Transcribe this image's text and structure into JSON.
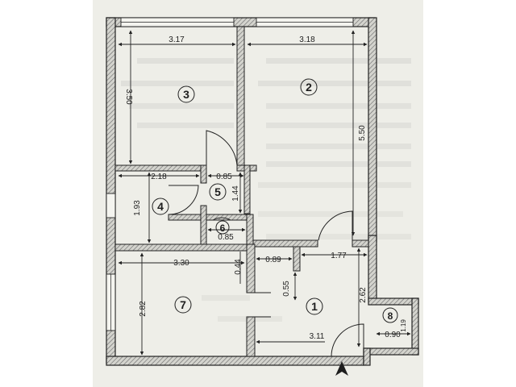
{
  "plan": {
    "rooms": [
      {
        "id": "room-3",
        "number": "3"
      },
      {
        "id": "room-2",
        "number": "2"
      },
      {
        "id": "room-5",
        "number": "5"
      },
      {
        "id": "room-4",
        "number": "4"
      },
      {
        "id": "room-6",
        "number": "6"
      },
      {
        "id": "room-7",
        "number": "7"
      },
      {
        "id": "room-1",
        "number": "1"
      },
      {
        "id": "room-8",
        "number": "8"
      }
    ],
    "dimensions": [
      {
        "id": "dim-room3-width",
        "label": "3.17"
      },
      {
        "id": "dim-room2-width",
        "label": "3.18"
      },
      {
        "id": "dim-room3-height",
        "label": "3.50"
      },
      {
        "id": "dim-room2-height",
        "label": "5.50"
      },
      {
        "id": "dim-room4-width",
        "label": "2.18"
      },
      {
        "id": "dim-room5-top",
        "label": "0.85"
      },
      {
        "id": "dim-room5-height",
        "label": "1.44"
      },
      {
        "id": "dim-room4-height",
        "label": "1.93"
      },
      {
        "id": "dim-room6-bottom",
        "label": "0.85"
      },
      {
        "id": "dim-room7-width",
        "label": "3.30"
      },
      {
        "id": "dim-wall-044",
        "label": "0.44"
      },
      {
        "id": "dim-hall-089",
        "label": "0.89"
      },
      {
        "id": "dim-hall-177",
        "label": "1.77"
      },
      {
        "id": "dim-hall-055",
        "label": "0.55"
      },
      {
        "id": "dim-room7-height",
        "label": "2.82"
      },
      {
        "id": "dim-room1-height",
        "label": "2.62"
      },
      {
        "id": "dim-room1-width",
        "label": "3.11"
      },
      {
        "id": "dim-room8-width",
        "label": "0.90"
      },
      {
        "id": "dim-room8-height",
        "label": "1.19"
      }
    ]
  },
  "colors": {
    "paper": "#eeeee8",
    "ink": "#1e1e1e",
    "wall_hatch": "#6e6e6e"
  }
}
